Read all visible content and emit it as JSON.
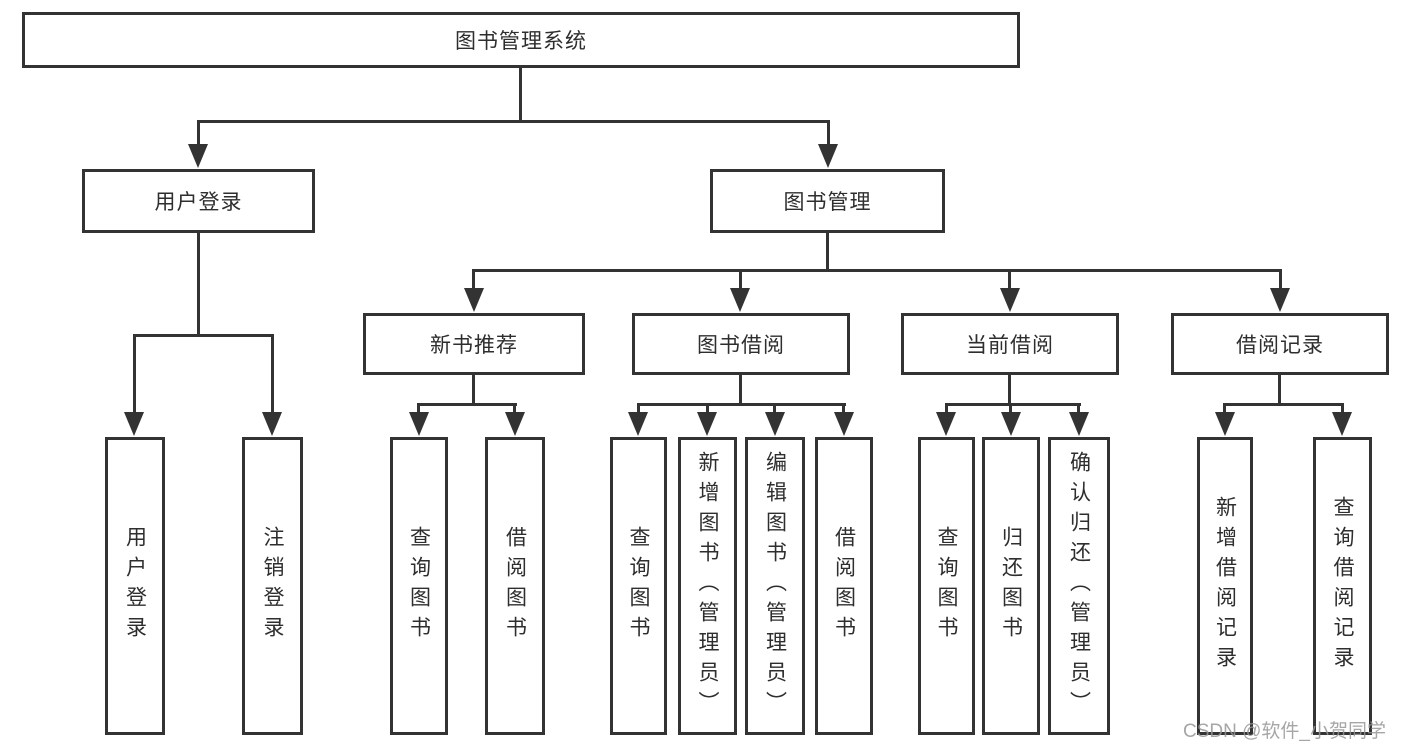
{
  "diagram_type": "hierarchy-tree",
  "tree": {
    "label": "图书管理系统",
    "children": [
      {
        "label": "用户登录",
        "children": [
          {
            "label": "用户登录"
          },
          {
            "label": "注销登录"
          }
        ]
      },
      {
        "label": "图书管理",
        "children": [
          {
            "label": "新书推荐",
            "children": [
              {
                "label": "查询图书"
              },
              {
                "label": "借阅图书"
              }
            ]
          },
          {
            "label": "图书借阅",
            "children": [
              {
                "label": "查询图书"
              },
              {
                "label": "新增图书（管理员）"
              },
              {
                "label": "编辑图书（管理员）"
              },
              {
                "label": "借阅图书"
              }
            ]
          },
          {
            "label": "当前借阅",
            "children": [
              {
                "label": "查询图书"
              },
              {
                "label": "归还图书"
              },
              {
                "label": "确认归还（管理员）"
              }
            ]
          },
          {
            "label": "借阅记录",
            "children": [
              {
                "label": "新增借阅记录"
              },
              {
                "label": "查询借阅记录"
              }
            ]
          }
        ]
      }
    ]
  },
  "watermark": {
    "text": "CSDN @软件_小贺同学"
  },
  "colors": {
    "line": "#333333",
    "text": "#2e2e2e",
    "background": "#ffffff",
    "watermark": "#969696"
  }
}
